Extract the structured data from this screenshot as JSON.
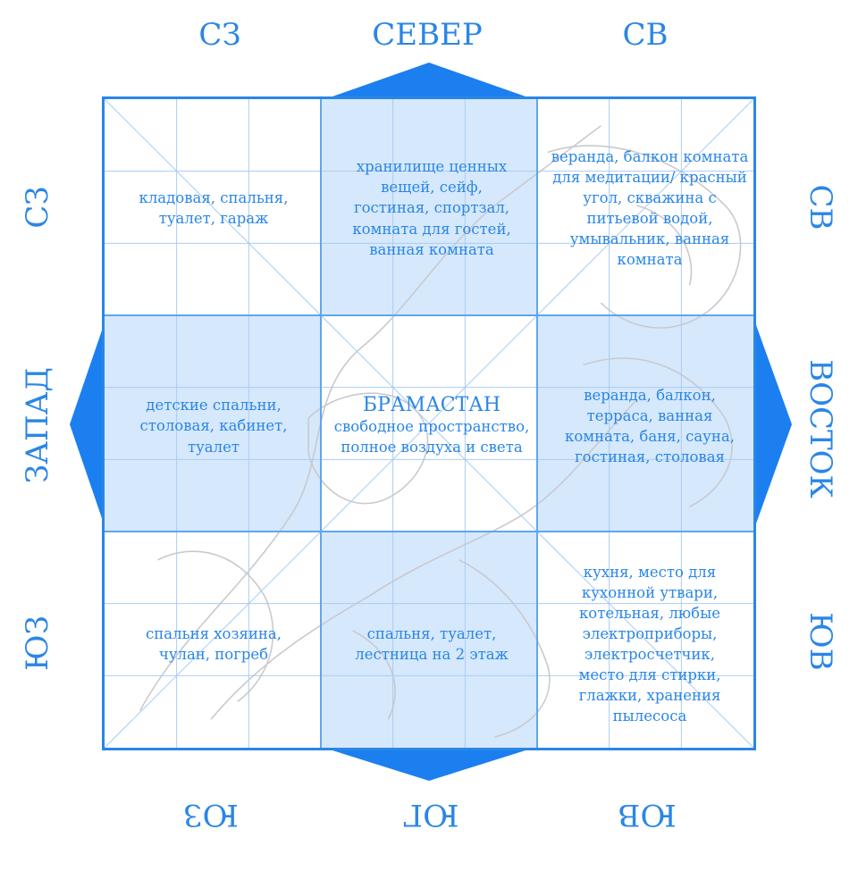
{
  "directions": {
    "top_left": "СЗ",
    "top_center": "СЕВЕР",
    "top_right": "СВ",
    "left_top": "СЗ",
    "left_center": "ЗАПАД",
    "left_bottom": "ЮЗ",
    "right_top": "СВ",
    "right_center": "ВОСТОК",
    "right_bottom": "ЮВ",
    "bottom_left": "ЮЗ",
    "bottom_center": "ЮГ",
    "bottom_right": "ЮВ"
  },
  "zones": {
    "nw": "кладовая, спальня, туалет, гараж",
    "n": "хранилище ценных вещей, сейф, гостиная, спортзал, комната для гостей, ванная комната",
    "ne": "веранда, балкон комната для медитации/ красный угол, скважина с питьевой водой, умывальник, ванная комната",
    "w": "детские спальни, столовая, кабинет, туалет",
    "center_title": "БРАМАСТАН",
    "center": "свободное пространство, полное воздуха и света",
    "e": "веранда, балкон, терраса, ванная комната, баня, сауна, гостиная, столовая",
    "sw": "спальня хозяина, чулан, погреб",
    "s": "спальня, туалет, лестница на 2 этаж",
    "se": "кухня, место для кухонной утвари, котельная, любые электроприборы, электросчетчик, место для стирки, глажки, хранения пылесоса"
  },
  "colors": {
    "accent": "#2a86e6",
    "pointer": "#1c7ff0",
    "shaded": "#d6e8fb",
    "grid": "#a9cdf2",
    "sketch": "#c9c9cf"
  }
}
